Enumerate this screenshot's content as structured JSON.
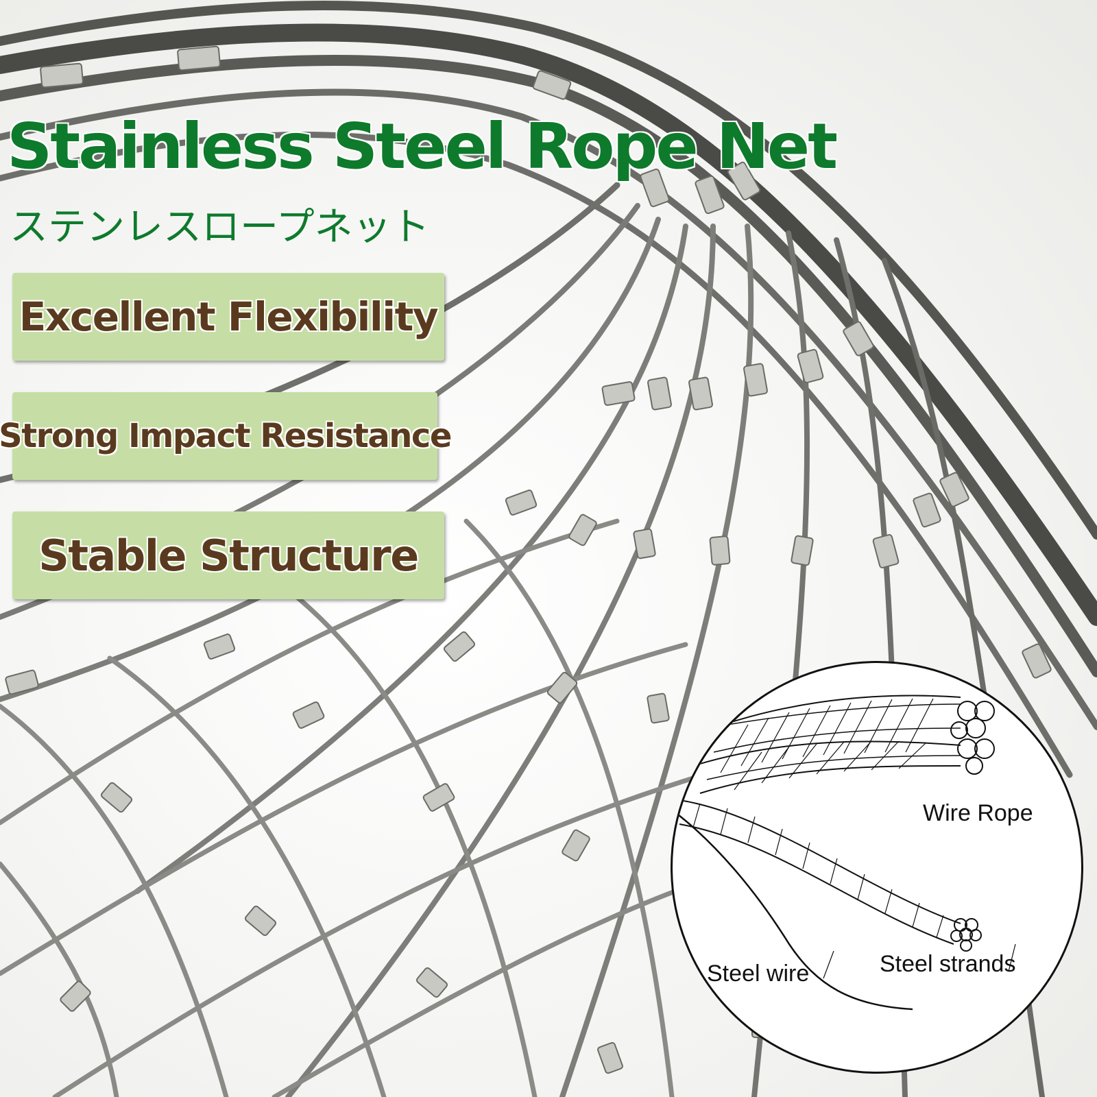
{
  "title": "Stainless Steel Rope Net",
  "subtitle": "ステンレスロープネット",
  "features": [
    {
      "label": "Excellent Flexibility"
    },
    {
      "label": "Strong Impact Resistance"
    },
    {
      "label": "Stable Structure"
    }
  ],
  "diagram": {
    "labels": {
      "wire_rope": "Wire Rope",
      "steel_wire": "Steel wire",
      "steel_strands": "Steel strands"
    }
  },
  "colors": {
    "title_green": "#0e7a2c",
    "feature_bg": "#c6dea5",
    "feature_text": "#5a3a1e"
  }
}
